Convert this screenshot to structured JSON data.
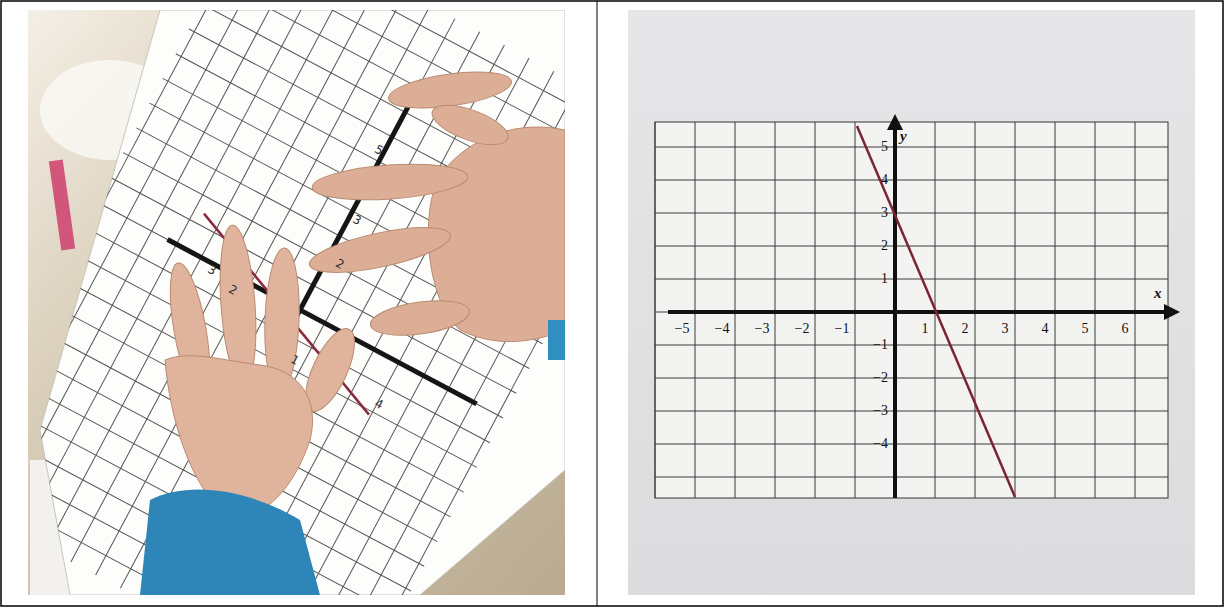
{
  "diagram": {
    "labels": [
      "y",
      "x",
      "5",
      "4",
      "3",
      "2",
      "1",
      "−1",
      "−2",
      "−3",
      "−4",
      "−5",
      "−4",
      "−3",
      "−2",
      "−1",
      "1",
      "2",
      "3",
      "4",
      "5",
      "6",
      "5",
      "3",
      "2",
      "3",
      "2",
      "1",
      "4"
    ]
  }
}
